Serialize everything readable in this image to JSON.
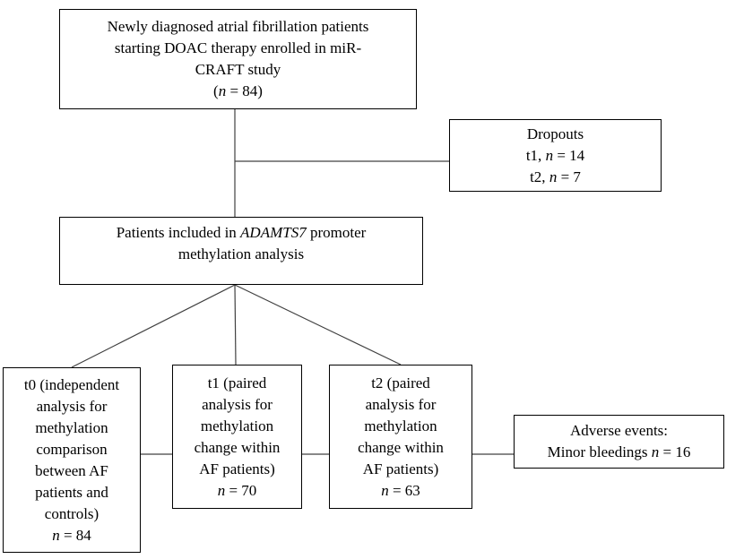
{
  "diagram": {
    "type": "flowchart",
    "background_color": "#ffffff",
    "box_border_color": "#000000",
    "connector_color": "#404040",
    "text_color": "#000000"
  },
  "boxes": {
    "enrollment": {
      "n_value": "84",
      "lines": [
        [
          {
            "t": "Newly diagnosed atrial fibrillation patients"
          }
        ],
        [
          {
            "t": "starting DOAC therapy enrolled in miR-"
          }
        ],
        [
          {
            "t": "CRAFT study"
          }
        ],
        [
          {
            "t": "("
          },
          {
            "t": "n",
            "i": true
          },
          {
            "t": " = 84)"
          }
        ]
      ]
    },
    "dropouts": {
      "t1_dropouts": "14",
      "t2_dropouts": "7",
      "lines": [
        [
          {
            "t": "Dropouts"
          }
        ],
        [
          {
            "t": "t1, "
          },
          {
            "t": "n",
            "i": true
          },
          {
            "t": " = 14"
          }
        ],
        [
          {
            "t": "t2, "
          },
          {
            "t": "n",
            "i": true
          },
          {
            "t": " = 7"
          }
        ]
      ]
    },
    "included": {
      "lines": [
        [
          {
            "t": "Patients included in "
          },
          {
            "t": "ADAMTS7",
            "i": true
          },
          {
            "t": " promoter"
          }
        ],
        [
          {
            "t": "methylation analysis"
          }
        ]
      ]
    },
    "t0": {
      "n_value": "84",
      "lines": [
        [
          {
            "t": "t0 (independent"
          }
        ],
        [
          {
            "t": "analysis for"
          }
        ],
        [
          {
            "t": "methylation"
          }
        ],
        [
          {
            "t": "comparison"
          }
        ],
        [
          {
            "t": "between AF"
          }
        ],
        [
          {
            "t": "patients and"
          }
        ],
        [
          {
            "t": "controls)"
          }
        ],
        [
          {
            "t": "n",
            "i": true
          },
          {
            "t": " = 84"
          }
        ]
      ]
    },
    "t1": {
      "n_value": "70",
      "lines": [
        [
          {
            "t": "t1 (paired"
          }
        ],
        [
          {
            "t": "analysis for"
          }
        ],
        [
          {
            "t": "methylation"
          }
        ],
        [
          {
            "t": "change within"
          }
        ],
        [
          {
            "t": "AF patients)"
          }
        ],
        [
          {
            "t": "n",
            "i": true
          },
          {
            "t": " = 70"
          }
        ]
      ]
    },
    "t2": {
      "n_value": "63",
      "lines": [
        [
          {
            "t": "t2 (paired"
          }
        ],
        [
          {
            "t": "analysis for"
          }
        ],
        [
          {
            "t": "methylation"
          }
        ],
        [
          {
            "t": "change within"
          }
        ],
        [
          {
            "t": "AF patients)"
          }
        ],
        [
          {
            "t": "n",
            "i": true
          },
          {
            "t": " = 63"
          }
        ]
      ]
    },
    "adverse": {
      "n_value": "16",
      "lines": [
        [
          {
            "t": "Adverse events:"
          }
        ],
        [
          {
            "t": "Minor bleedings "
          },
          {
            "t": "n",
            "i": true
          },
          {
            "t": " = 16"
          }
        ]
      ]
    }
  }
}
